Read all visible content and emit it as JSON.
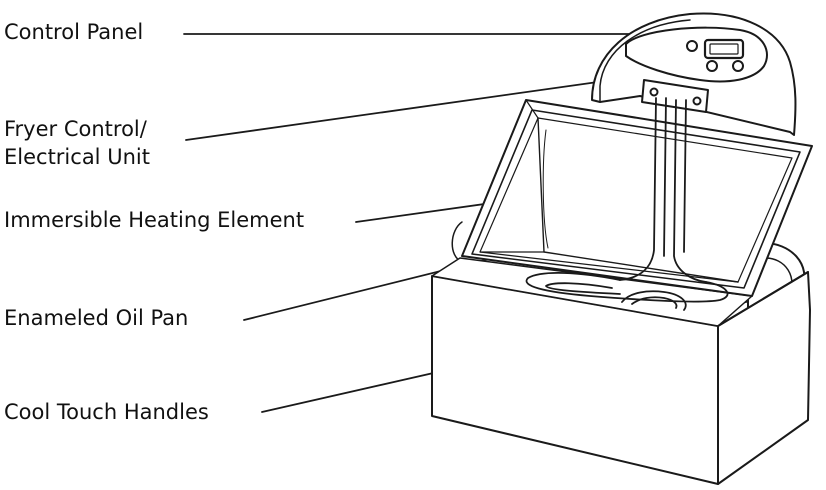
{
  "labels": {
    "control_panel": "Control Panel",
    "fryer_control_line1": "Fryer Control/",
    "fryer_control_line2": "Electrical Unit",
    "heating_element": "Immersible Heating Element",
    "oil_pan": "Enameled Oil Pan",
    "handles": "Cool Touch Handles"
  },
  "colors": {
    "stroke": "#1a1a1a",
    "background": "#ffffff"
  }
}
